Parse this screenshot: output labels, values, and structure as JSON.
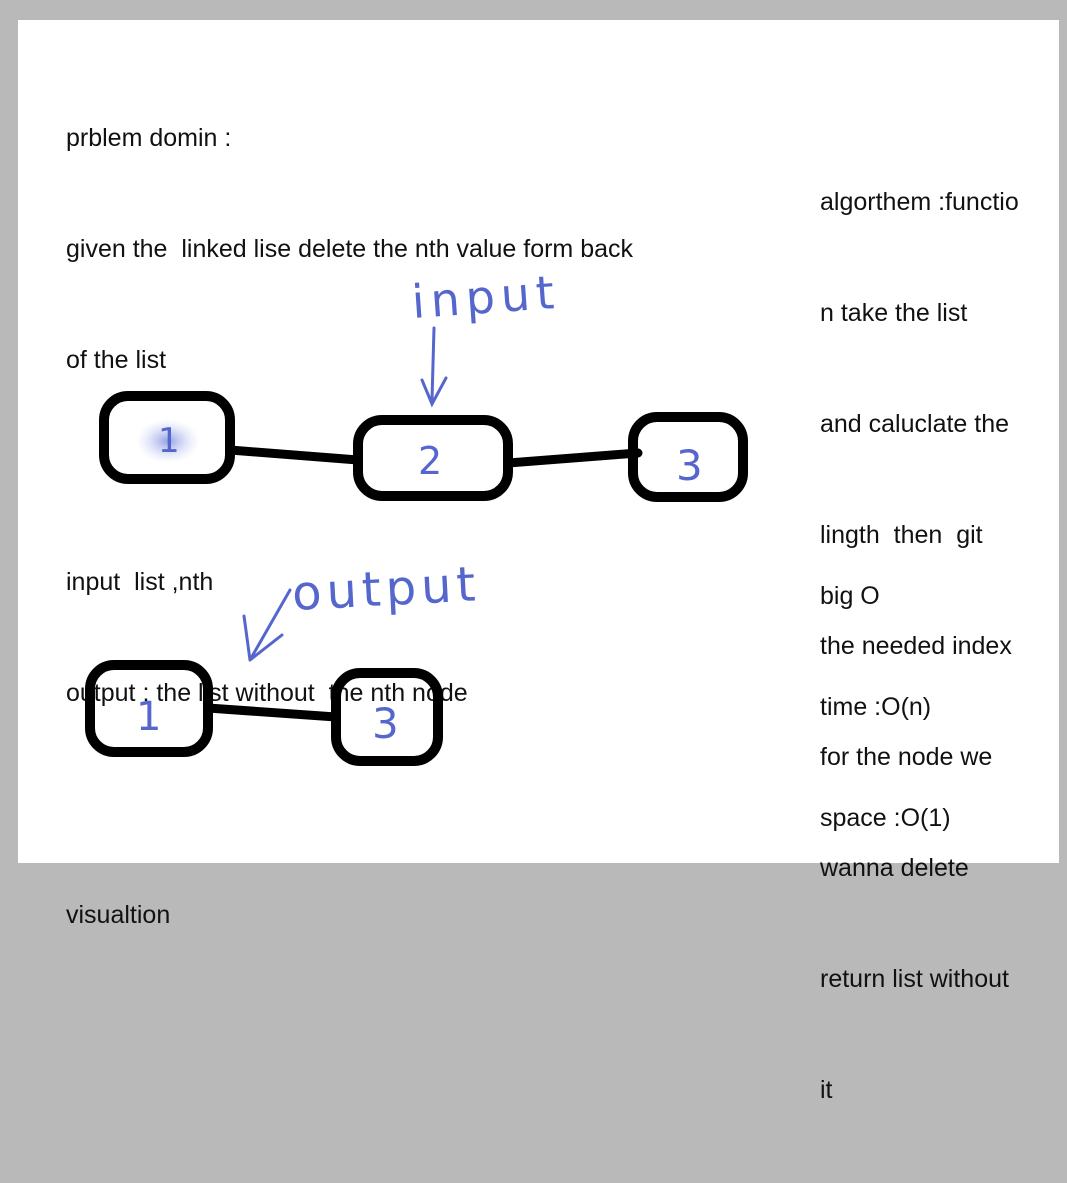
{
  "problem": {
    "lines": [
      "prblem domin :",
      "given the  linked lise delete the nth value form back",
      "of the list",
      "",
      "input  list ,nth",
      "output : the list without  the nth node",
      "",
      "visualtion"
    ]
  },
  "algorithm": {
    "lines": [
      "algorthem :functio",
      "n take the list",
      "and caluclate the",
      "lingth  then  git",
      "the needed index",
      "for the node we",
      "wanna delete",
      "return list without",
      "it"
    ]
  },
  "complexity": {
    "lines": [
      "big O",
      "time :O(n)",
      "space :O(1)"
    ]
  },
  "handwriting": {
    "input_label": "input",
    "output_label": "output",
    "input_nodes": [
      "1",
      "2",
      "3"
    ],
    "output_nodes": [
      "1",
      "3"
    ]
  },
  "colors": {
    "ink": "#5566cc",
    "box": "#000000",
    "highlight": "#c8d0f4"
  }
}
